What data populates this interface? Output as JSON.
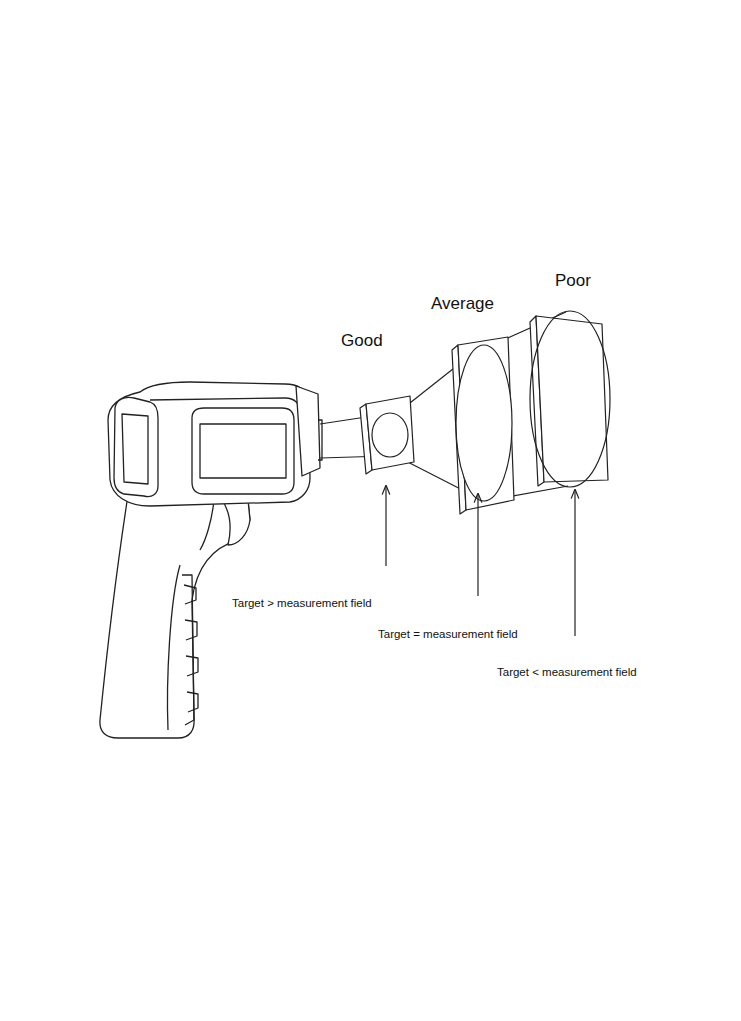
{
  "diagram": {
    "labels": [
      "Good",
      "Average",
      "Poor",
      "Target > measurement field",
      "Target = measurement field",
      "Target < measurement field"
    ]
  }
}
